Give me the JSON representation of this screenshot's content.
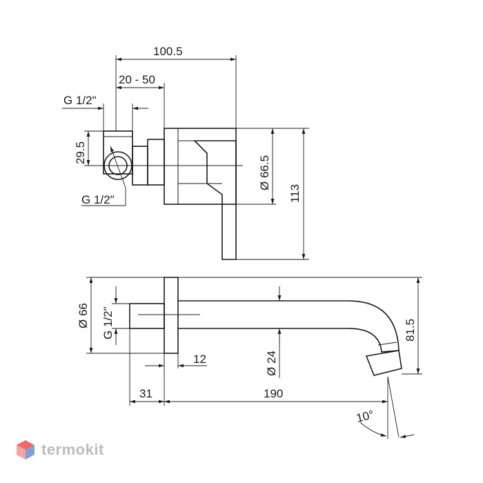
{
  "dimensions": {
    "width_total": "100.5",
    "depth_range": "20 - 50",
    "thread_top": "G 1/2\"",
    "height_inlet": "29.5",
    "thread_bottom": "G 1/2\"",
    "diameter_plate_top": "Ø 66.5",
    "height_total": "113",
    "diameter_plate_side": "Ø 66",
    "thread_side": "G 1/2\"",
    "diameter_spout": "Ø 24",
    "plate_thickness": "12",
    "height_spout": "81.5",
    "length_inlet": "31",
    "length_spout": "190",
    "angle": "10°"
  },
  "logo": {
    "text": "termokit",
    "colors": {
      "red": "#ee6a63",
      "blue": "#7ea0d8",
      "gray": "#b9bdc4"
    }
  }
}
